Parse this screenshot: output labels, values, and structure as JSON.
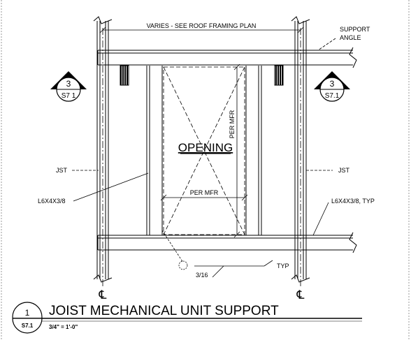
{
  "detail": {
    "number": "1",
    "sheet": "S7.1",
    "title": "JOIST MECHANICAL UNIT SUPPORT",
    "scale": "3/4\" = 1'-0\""
  },
  "notes": {
    "varies": "VARIES - SEE ROOF FRAMING PLAN",
    "support_angle_line1": "SUPPORT",
    "support_angle_line2": "ANGLE",
    "opening": "OPENING",
    "per_mfr_vertical": "PER MFR",
    "per_mfr_horizontal": "PER MFR",
    "jst_left": "JST",
    "jst_right": "JST",
    "angle_left": "L6X4X3/8",
    "angle_right": "L6X4X3/8, TYP",
    "weld_size": "3/16",
    "weld_typ": "TYP"
  },
  "section_markers": [
    {
      "number": "3",
      "sheet": "S7 1"
    },
    {
      "number": "3",
      "sheet": "S7.1"
    }
  ],
  "centerline_symbol": "℄"
}
